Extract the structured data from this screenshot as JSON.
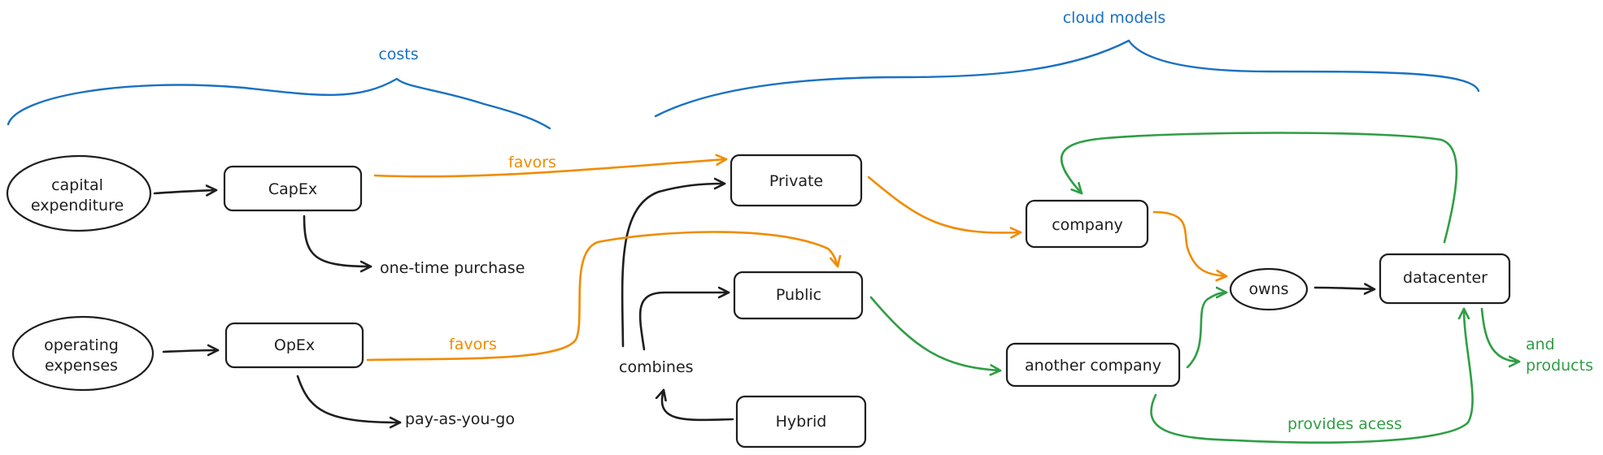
{
  "colors": {
    "ink": "#1e1e1e",
    "heading_blue": "#1971c2",
    "flow_orange": "#f08c00",
    "flow_green": "#2f9e44",
    "background": "#ffffff"
  },
  "headings": {
    "costs": "costs",
    "cloud_models": "cloud models"
  },
  "nodes": {
    "capital_expenditure": [
      "capital",
      "expenditure"
    ],
    "operating_expenses": [
      "operating",
      "expenses"
    ],
    "capex": "CapEx",
    "opex": "OpEx",
    "private": "Private",
    "public": "Public",
    "hybrid": "Hybrid",
    "company": "company",
    "another_company": "another company",
    "owns": "owns",
    "datacenter": "datacenter"
  },
  "labels": {
    "one_time_purchase": "one-time purchase",
    "pay_as_you_go": "pay-as-you-go",
    "combines": "combines",
    "favors_capex": "favors",
    "favors_opex": "favors",
    "provides_access": "provides acess",
    "and_products": [
      "and",
      "products"
    ]
  }
}
